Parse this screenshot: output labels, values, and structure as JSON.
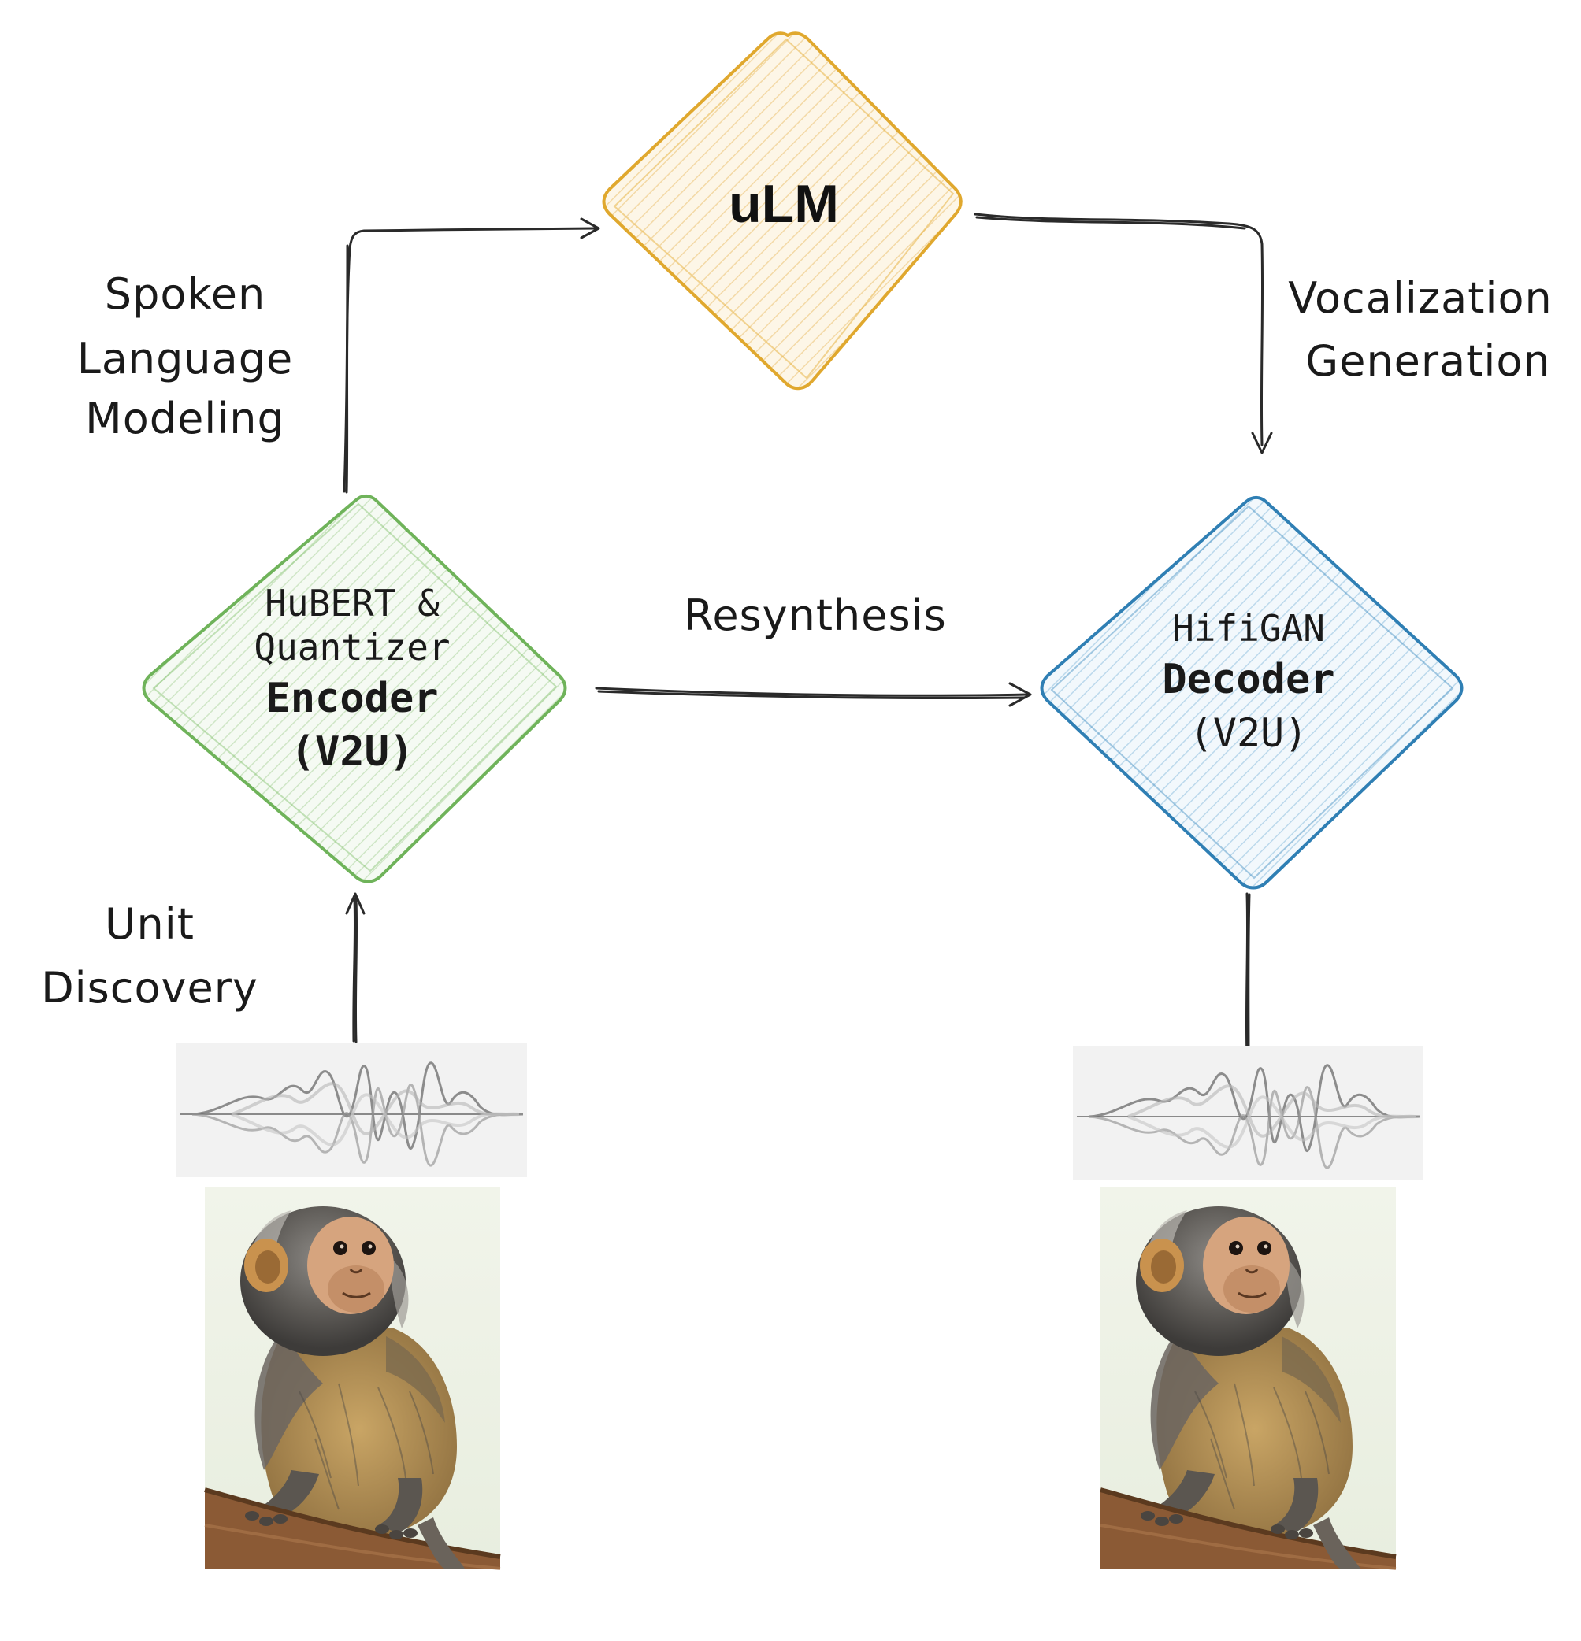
{
  "nodes": {
    "ulm": {
      "label": "uLM",
      "color": "#e0a82e",
      "fill": "#fdf3df"
    },
    "encoder": {
      "line1": "HuBERT &",
      "line2": "Quantizer",
      "line3": "Encoder",
      "line4": "(V2U)",
      "color": "#6fb35a",
      "fill": "#eef7ea"
    },
    "decoder": {
      "line1": "HifiGAN",
      "line2": "Decoder",
      "line3": "(V2U)",
      "color": "#2f7fb4",
      "fill": "#e6f1f9"
    }
  },
  "edges": {
    "spoken_language_modeling": [
      "Spoken",
      "Language",
      "Modeling"
    ],
    "vocalization_generation": [
      "Vocalization",
      "Generation"
    ],
    "resynthesis": "Resynthesis",
    "unit_discovery": [
      "Unit",
      "Discovery"
    ]
  },
  "icons": {
    "input_waveform": "waveform-icon",
    "output_waveform": "waveform-icon",
    "input_animal": "marmoset-illustration",
    "output_animal": "marmoset-illustration"
  }
}
